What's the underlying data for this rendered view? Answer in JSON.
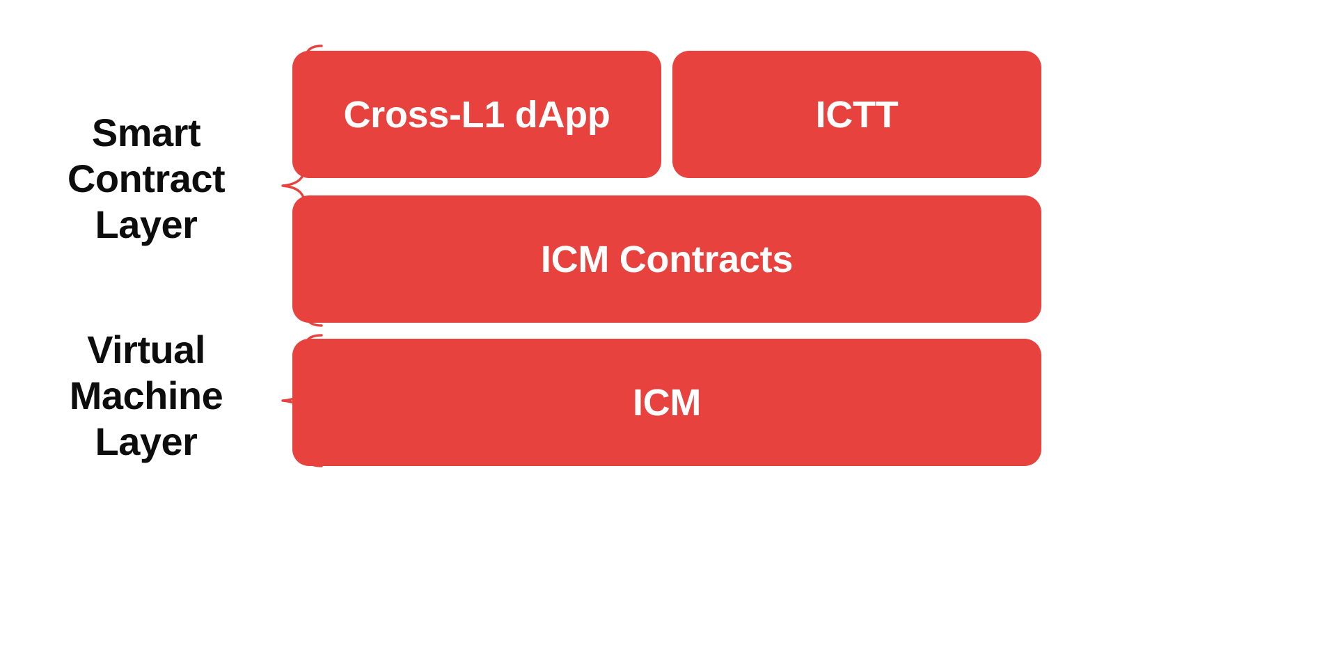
{
  "diagram": {
    "title": "Smart Contract Layer and Virtual Machine Layer stack",
    "background_color": "#FFFFFF",
    "box_color": "#E8423F",
    "box_text_color": "#FFFFFF",
    "label_text_color": "#0D0D0D",
    "brace_color": "#E8423F",
    "layers": [
      {
        "id": "smart-contract-layer",
        "label": "Smart\nContract\nLayer",
        "brace_name": "smart-contract-layer-brace",
        "rows": [
          {
            "id": "row-apps",
            "boxes": [
              {
                "id": "cross-l1-dapp",
                "label": "Cross-L1 dApp"
              },
              {
                "id": "ictt",
                "label": "ICTT"
              }
            ]
          },
          {
            "id": "row-icm-contracts",
            "boxes": [
              {
                "id": "icm-contracts",
                "label": "ICM Contracts"
              }
            ]
          }
        ]
      },
      {
        "id": "virtual-machine-layer",
        "label": "Virtual\nMachine\nLayer",
        "brace_name": "virtual-machine-layer-brace",
        "rows": [
          {
            "id": "row-icm",
            "boxes": [
              {
                "id": "icm",
                "label": "ICM"
              }
            ]
          }
        ]
      }
    ]
  }
}
